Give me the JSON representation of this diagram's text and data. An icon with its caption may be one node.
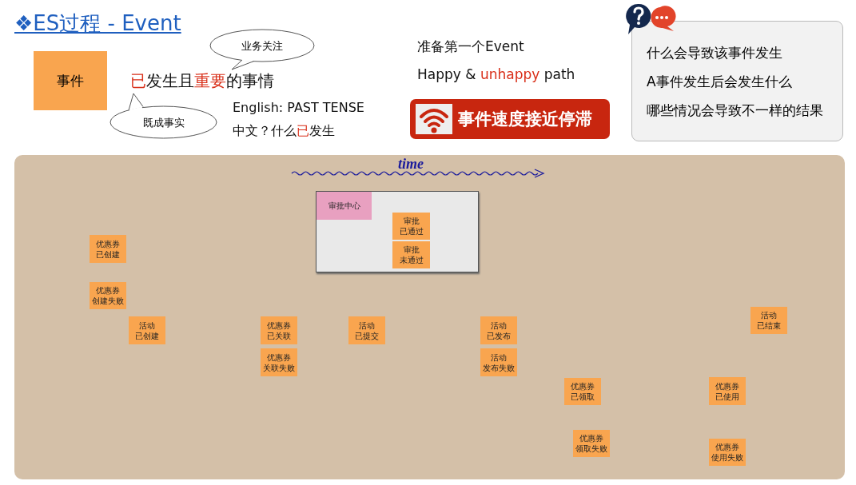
{
  "diagram": {
    "title": "❖ES过程 - Event",
    "nodes": [
      {
        "text": [
          "事件"
        ]
      },
      {
        "text": [
          "业务关注"
        ]
      },
      {
        "text": [
          "既成事实"
        ]
      },
      {
        "text": [
          "事件速度接近停滞"
        ]
      },
      {
        "text": [
          "什么会导致该事件发生",
          "A事件发生后会发生什么",
          "哪些情况会导致不一样的结果"
        ]
      },
      {
        "text": [],
        "shape": "box"
      },
      {
        "text": [],
        "shape": "box",
        "in": 5
      },
      {
        "text": [
          "审批中心"
        ],
        "in": 6
      },
      {
        "text": [
          "审批",
          "已通过"
        ],
        "in": 6
      },
      {
        "text": [
          "审批",
          "未通过"
        ],
        "in": 6
      },
      {
        "text": [
          "优惠券",
          "已创建"
        ],
        "in": 5
      },
      {
        "text": [
          "优惠券",
          "创建失败"
        ],
        "in": 5
      },
      {
        "text": [
          "活动",
          "已创建"
        ],
        "in": 5
      },
      {
        "text": [
          "优惠券",
          "已关联"
        ],
        "in": 5
      },
      {
        "text": [
          "活动",
          "已提交"
        ],
        "in": 5
      },
      {
        "text": [
          "活动",
          "已发布"
        ],
        "in": 5
      },
      {
        "text": [
          "活动",
          "已结束"
        ],
        "in": 5
      },
      {
        "text": [
          "优惠券",
          "关联失败"
        ],
        "in": 5
      },
      {
        "text": [
          "活动",
          "发布失败"
        ],
        "in": 5
      },
      {
        "text": [
          "优惠券",
          "已使用"
        ],
        "in": 5
      },
      {
        "text": [
          "优惠券",
          "已领取"
        ],
        "in": 5
      },
      {
        "text": [
          "优惠券",
          "领取失败"
        ],
        "in": 5
      },
      {
        "text": [
          "优惠券",
          "使用失败"
        ],
        "in": 5
      }
    ],
    "labels": [
      "准备第一个Event",
      "Happy & **unhappy** path",
      "**已**发生且**重要**的事情",
      "English: PAST TENSE",
      "中文？什么**已**发生",
      "time"
    ]
  }
}
